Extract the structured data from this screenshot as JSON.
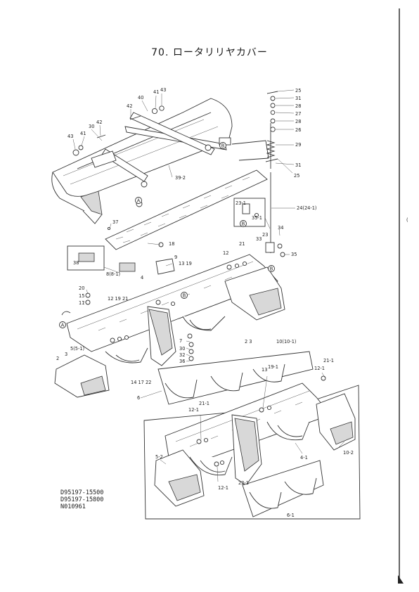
{
  "header": {
    "title": "70. ロータリリヤカバー"
  },
  "parts": {
    "p25_top": "25",
    "p31_top": "31",
    "p28_a": "28",
    "p27": "27",
    "p28_b": "28",
    "p26": "26",
    "p29": "29",
    "p31_b": "31",
    "p25_b": "25",
    "p24": "24(24-1)",
    "p23_1": "23-1",
    "p35_1": "35-1",
    "p23": "23",
    "p33": "33",
    "p34": "34",
    "p35": "35",
    "p41_top": "41",
    "p43_top": "43",
    "p40": "40",
    "p42_top": "42",
    "p30": "30",
    "p42_l": "42",
    "p41_l": "41",
    "p43_l": "43",
    "p39_2": "39-2",
    "p37": "37",
    "p18": "18",
    "p9": "9",
    "p13_19": "13 19",
    "p38": "38",
    "p8": "8(8-1)",
    "p4": "4",
    "p12_top": "12",
    "p21_top": "21",
    "p20": "20",
    "p15": "15",
    "p11": "11",
    "p12_19": "12 19 21",
    "p7": "7",
    "p30_b": "30",
    "p32": "32",
    "p36": "36",
    "p2_3_r": "2  3",
    "p10": "10(10-1)",
    "p2": "2",
    "p3": "3",
    "p5": "5(5-1)",
    "p14_17_22": "14 17 22",
    "p6": "6",
    "p13_1": "13",
    "p19_1": "19-1",
    "p21_1_r": "21-1",
    "p12_1_r": "12-1",
    "p21_1_l": "21-1",
    "p12_1_l": "12-1",
    "p4_1": "4-1",
    "p10_2": "10-2",
    "p5_2": "5-2",
    "p22_1": "22-1",
    "p12_1_b": "12-1",
    "p6_1": "6-1",
    "circleA1": "A",
    "circleA2": "A",
    "circleB1": "B",
    "circleB2": "B",
    "circleB3": "B",
    "circleB4": "B"
  },
  "part_codes": [
    "D95197-15500",
    "D95197-15800",
    "N010961"
  ]
}
